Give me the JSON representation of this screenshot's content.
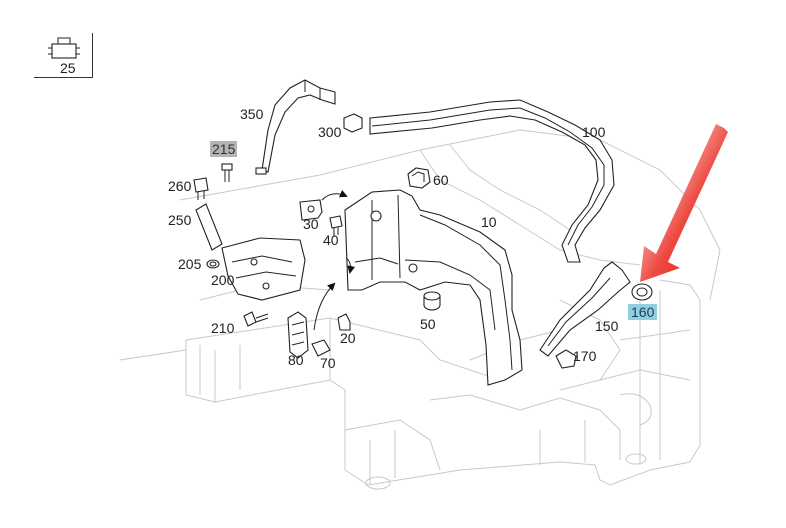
{
  "legend": {
    "label": "25"
  },
  "callouts": [
    {
      "id": "350",
      "text": "350"
    },
    {
      "id": "300",
      "text": "300"
    },
    {
      "id": "100",
      "text": "100"
    },
    {
      "id": "215",
      "text": "215"
    },
    {
      "id": "260",
      "text": "260"
    },
    {
      "id": "250",
      "text": "250"
    },
    {
      "id": "205",
      "text": "205"
    },
    {
      "id": "200",
      "text": "200"
    },
    {
      "id": "210",
      "text": "210"
    },
    {
      "id": "60",
      "text": "60"
    },
    {
      "id": "30",
      "text": "30"
    },
    {
      "id": "40",
      "text": "40"
    },
    {
      "id": "10",
      "text": "10"
    },
    {
      "id": "50",
      "text": "50"
    },
    {
      "id": "20",
      "text": "20"
    },
    {
      "id": "80",
      "text": "80"
    },
    {
      "id": "70",
      "text": "70"
    },
    {
      "id": "150",
      "text": "150"
    },
    {
      "id": "160",
      "text": "160"
    },
    {
      "id": "170",
      "text": "170"
    }
  ],
  "highlights": {
    "gray": "#b4b4b4",
    "blue": "#8fd0e0",
    "arrow": "#e8201c"
  },
  "icons": {
    "pointer_arrow": "red-pointer-arrow-icon",
    "legend_clip": "clip-icon"
  }
}
